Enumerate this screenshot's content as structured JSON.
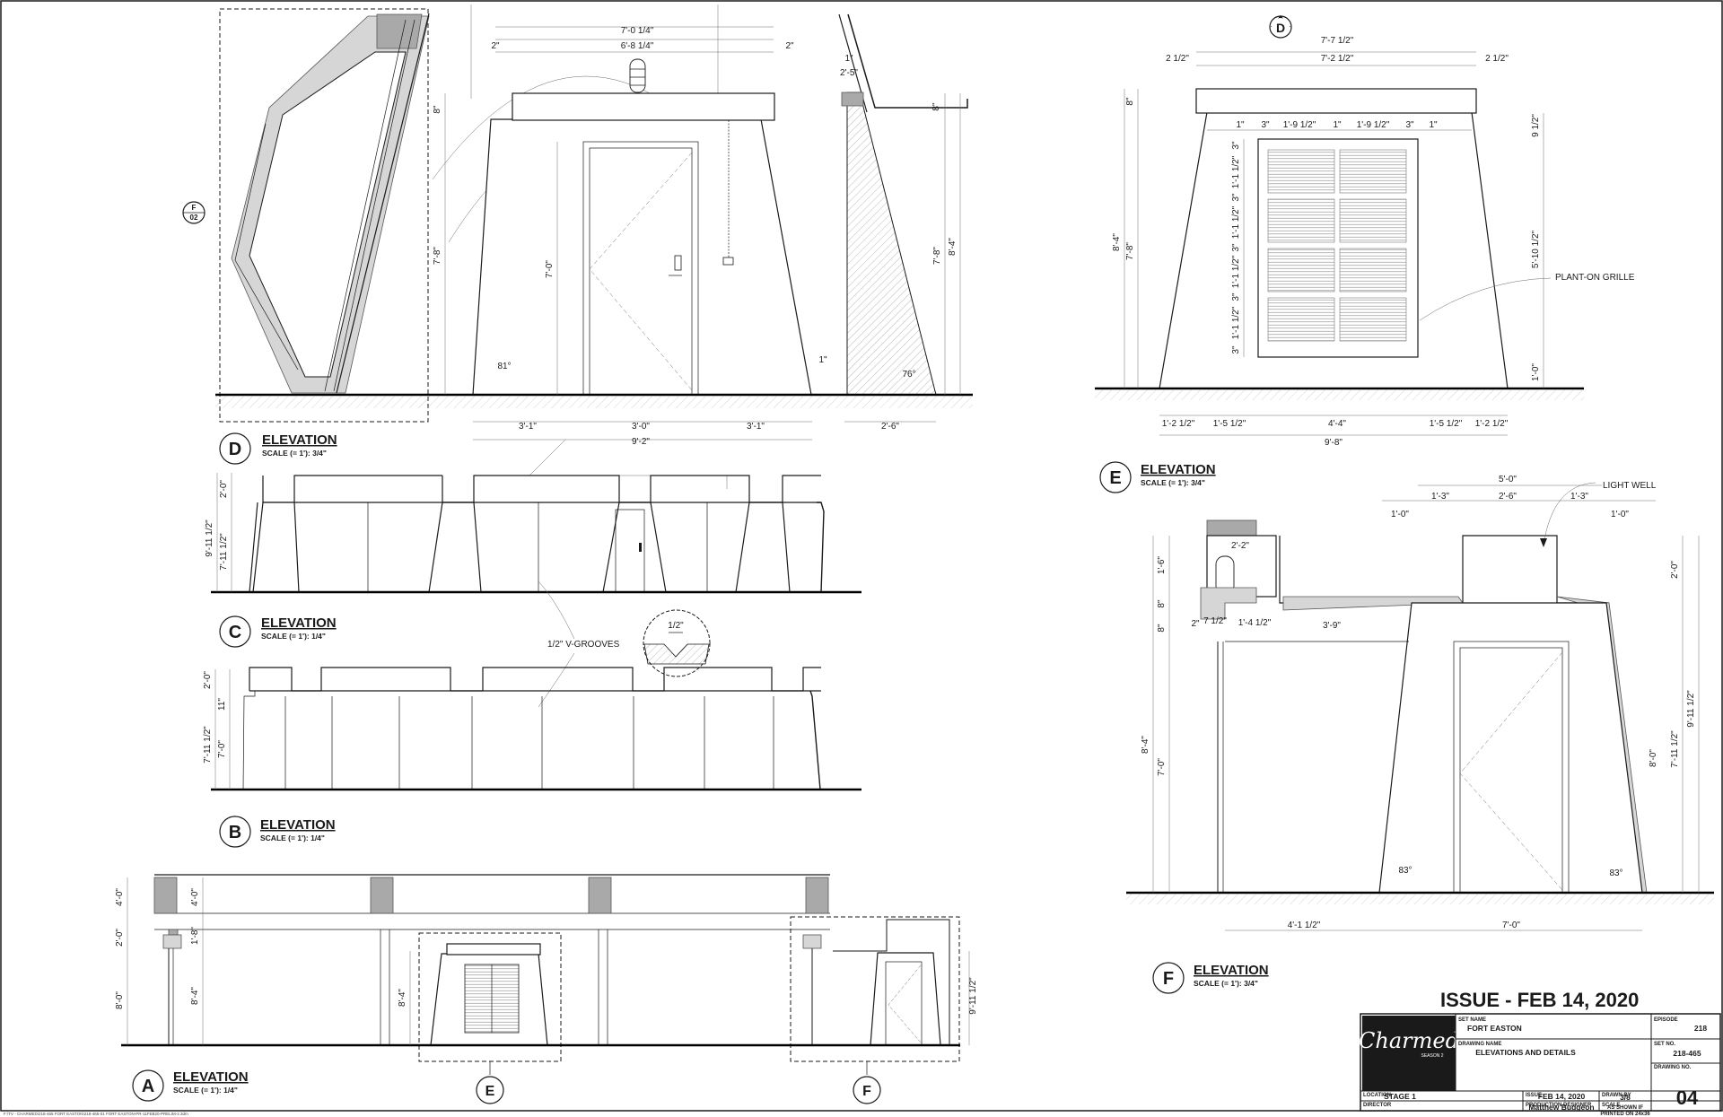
{
  "issue_banner": "ISSUE - FEB 14, 2020",
  "footer_path": "F:\\TV - CHARMED\\218-465 FORT EASTON\\218-465-01 FORT EASTON-PR-11FEB20-PRELIM-2.3dm",
  "detail_refs": {
    "f02_top": "F",
    "f02_bottom": "02",
    "section_d": "D"
  },
  "views": {
    "D": {
      "letter": "D",
      "title": "ELEVATION",
      "scale": "SCALE (= 1'):  3/4\""
    },
    "C": {
      "letter": "C",
      "title": "ELEVATION",
      "scale": "SCALE (= 1'):  1/4\""
    },
    "B": {
      "letter": "B",
      "title": "ELEVATION",
      "scale": "SCALE (= 1'):  1/4\""
    },
    "A": {
      "letter": "A",
      "title": "ELEVATION",
      "scale": "SCALE (= 1'):  1/4\""
    },
    "E": {
      "letter": "E",
      "title": "ELEVATION",
      "scale": "SCALE (= 1'):  3/4\""
    },
    "F": {
      "letter": "F",
      "title": "ELEVATION",
      "scale": "SCALE (= 1'):  3/4\""
    }
  },
  "callouts": {
    "vgrooves": "1/2\" V-GROOVES",
    "plant_on_grille": "PLANT-ON GRILLE",
    "light_well": "LIGHT WELL",
    "groove_detail": "1/2\"",
    "ref_e": "E",
    "ref_f": "F"
  },
  "dims": {
    "D": {
      "top_overall": "7'-0 1/4\"",
      "top_inner": "6'-8 1/4\"",
      "top_left": "2\"",
      "top_right": "2\"",
      "right_small_a": "1\"",
      "right_small_b": "2'-5\"",
      "cap_left": "8\"",
      "cap_right": "8\"",
      "ht_left": "7'-8\"",
      "door_ht": "7'-0\"",
      "ht_right_a": "7'-8\"",
      "ht_right_b": "8'-4\"",
      "angle_left": "81°",
      "angle_right": "76°",
      "gap": "1\"",
      "bot_1": "3'-1\"",
      "bot_2": "3'-0\"",
      "bot_3": "3'-1\"",
      "bot_total": "9'-2\"",
      "bot_right": "2'-6\""
    },
    "C": {
      "a": "2'-0\"",
      "b": "9'-11 1/2\"",
      "c": "7'-11 1/2\""
    },
    "B": {
      "a": "2'-0\"",
      "b": "11\"",
      "c": "7'-11 1/2\"",
      "d": "7'-0\""
    },
    "A": {
      "a": "4'-0\"",
      "b": "4'-0\"",
      "c": "2'-0\"",
      "d": "1'-8\"",
      "e": "8'-0\"",
      "f": "8'-4\"",
      "g": "8'-4\"",
      "h": "9'-11 1/2\""
    },
    "E": {
      "top_overall": "7'-7 1/2\"",
      "top_inner": "7'-2 1/2\"",
      "top_left": "2 1/2\"",
      "top_right": "2 1/2\"",
      "grille_row": [
        "1\"",
        "3\"",
        "1'-9 1/2\"",
        "1\"",
        "1'-9 1/2\"",
        "3\"",
        "1\""
      ],
      "cap": "8\"",
      "ht_a": "8'-4\"",
      "ht_b": "7'-8\"",
      "grille_side": [
        "3\"",
        "1'-1 1/2\"",
        "3\"",
        "1'-1 1/2\"",
        "3\"",
        "1'-1 1/2\"",
        "3\"",
        "1'-1 1/2\"",
        "3\""
      ],
      "right_top": "9 1/2\"",
      "right_mid": "5'-10 1/2\"",
      "right_bot": "1'-0\"",
      "bot": [
        "1'-2 1/2\"",
        "1'-5 1/2\"",
        "4'-4\"",
        "1'-5 1/2\"",
        "1'-2 1/2\""
      ],
      "bot_total": "9'-8\""
    },
    "F": {
      "top": "5'-0\"",
      "row": [
        "1'-0\"",
        "1'-3\"",
        "2'-6\"",
        "1'-3\"",
        "1'-0\""
      ],
      "lamp_w": "2'-2\"",
      "left_a": "1'-6\"",
      "left_b": "8\"",
      "left_c": "8\"",
      "ht_a": "8'-4\"",
      "ht_b": "7'-0\"",
      "small_a": "2\"",
      "small_b": "7 1/2\"",
      "mid_a": "1'-4 1/2\"",
      "mid_b": "3'-9\"",
      "right_a": "2'-0\"",
      "right_b": "9'-11 1/2\"",
      "right_c": "7'-11 1/2\"",
      "right_d": "8'-0\"",
      "angle_l": "83°",
      "angle_r": "83°",
      "bot_a": "4'-1 1/2\"",
      "bot_b": "7'-0\""
    }
  },
  "title_block": {
    "logo": "Charmed",
    "logo_sub": "SEASON 2",
    "set_name_label": "SET NAME",
    "set_name": "FORT EASTON",
    "drawing_name_label": "DRAWING NAME",
    "drawing_name": "ELEVATIONS AND DETAILS",
    "episode_label": "EPISODE",
    "episode": "218",
    "set_no_label": "SET NO.",
    "set_no": "218-465",
    "location_label": "LOCATION",
    "location": "STAGE 1",
    "issue_label": "ISSUE",
    "issue": "FEB 14, 2020",
    "drawn_by_label": "DRAWN BY",
    "drawn_by": "3/8",
    "drawing_no_label": "DRAWING NO.",
    "drawing_no": "04",
    "director_label": "DIRECTOR",
    "prod_designer_label": "PRODUCTION DESIGNER",
    "prod_designer": "Matthew Budgeon",
    "scale_label": "SCALE",
    "scale_1": "AS SHOWN IF",
    "scale_2": "PRINTED ON 24x36"
  }
}
